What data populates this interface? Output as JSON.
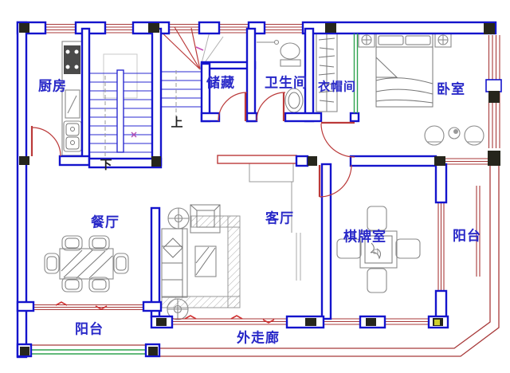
{
  "labels": {
    "kitchen": "厨房",
    "storage": "储藏",
    "bathroom": "卫生间",
    "cloakroom": "衣帽间",
    "bedroom": "卧室",
    "dining": "餐厅",
    "living": "客厅",
    "chess_room": "棋牌室",
    "balcony_right": "阳台",
    "balcony_left": "阳台",
    "corridor": "外走廊",
    "stair_up": "上",
    "stair_down": "下"
  },
  "colors": {
    "wall": "#1414cc",
    "window": "#a83a3a",
    "door": "#bb3a3a",
    "accent_green": "#2ea44f",
    "column": "#26261c",
    "label": "#2828c8",
    "furniture": "#8a8a8a"
  }
}
